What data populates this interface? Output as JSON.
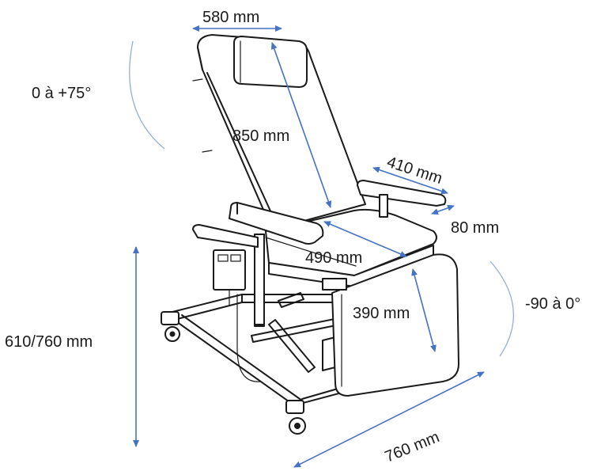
{
  "diagram": {
    "colors": {
      "dimension_line": "#4472c4",
      "arc": "#8fa7d8",
      "outline": "#1a1a1a"
    },
    "dimensions": {
      "width_top": "580 mm",
      "backrest_height": "850 mm",
      "armrest_length": "410 mm",
      "armrest_width": "80 mm",
      "seat_depth": "490 mm",
      "legrest_length": "390 mm",
      "seat_height": "610/760 mm",
      "total_length": "760 mm"
    },
    "angles": {
      "backrest": "0 à +75°",
      "legrest": "-90 à 0°"
    }
  }
}
